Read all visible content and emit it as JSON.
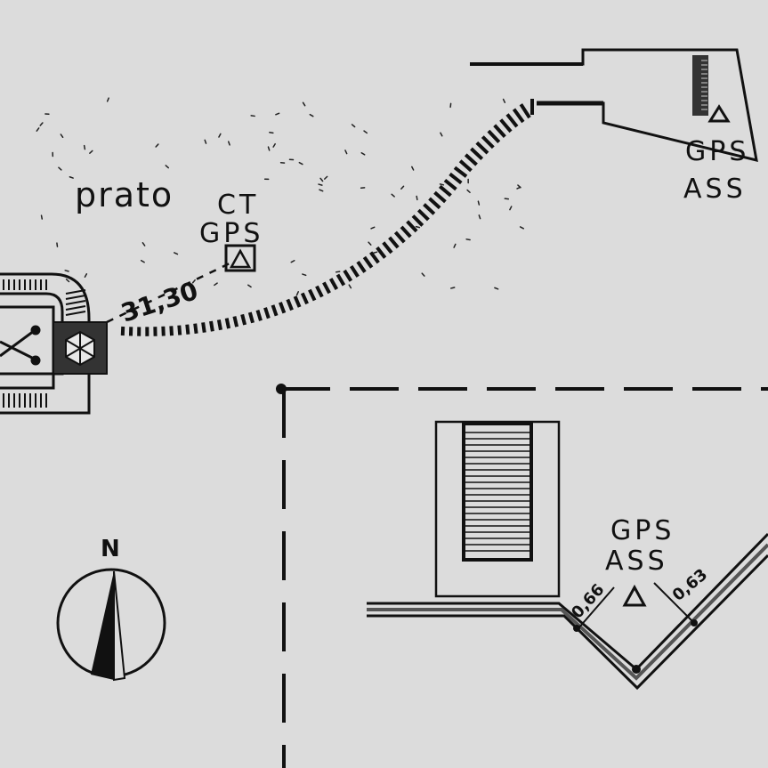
{
  "labels": {
    "prato": "prato",
    "ct": "CT",
    "gps_ct": "GPS",
    "gps_ass_top": "GPS",
    "ass_top": "ASS",
    "gps_ass_bottom": "GPS",
    "ass_bottom": "ASS",
    "distance_main": "31,30",
    "dim_left": "0,66",
    "dim_right": "0,63",
    "north": "N"
  },
  "colors": {
    "background": "#dcdcdc",
    "ink": "#111111"
  }
}
